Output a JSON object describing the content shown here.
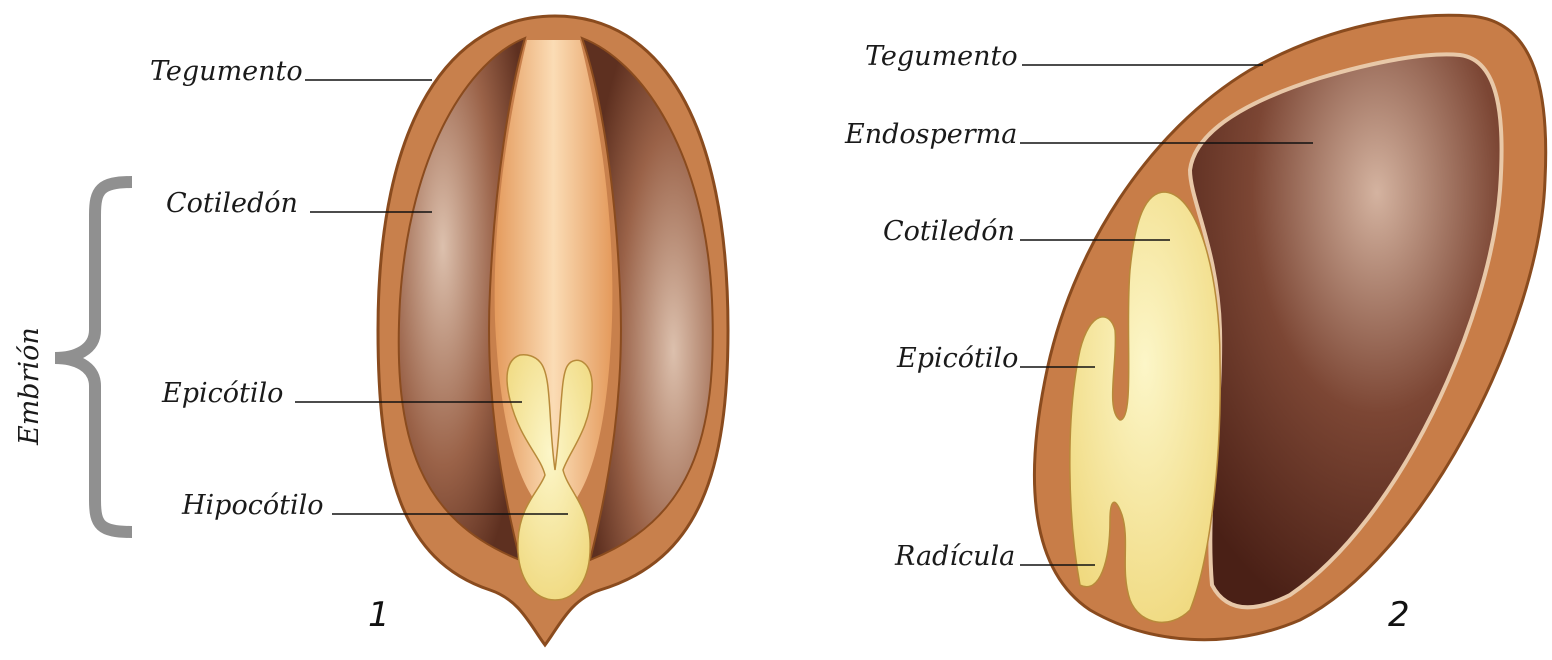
{
  "seed1": {
    "number": "1",
    "group_label": "Embrión",
    "labels": {
      "tegumento": "Tegumento",
      "cotiledon": "Cotiledón",
      "epicotilo": "Epicótilo",
      "hipocotilo": "Hipocótilo"
    }
  },
  "seed2": {
    "number": "2",
    "labels": {
      "tegumento": "Tegumento",
      "endosperma": "Endosperma",
      "cotiledon": "Cotiledón",
      "epicotilo": "Epicótilo",
      "radicula": "Radícula"
    }
  },
  "colors": {
    "coat": "#c47a45",
    "cotyledon_dark": "#6b3a26",
    "cotyledon_light": "#d9b9a6",
    "embryo": "#f7e89a",
    "bracket": "#909090"
  }
}
